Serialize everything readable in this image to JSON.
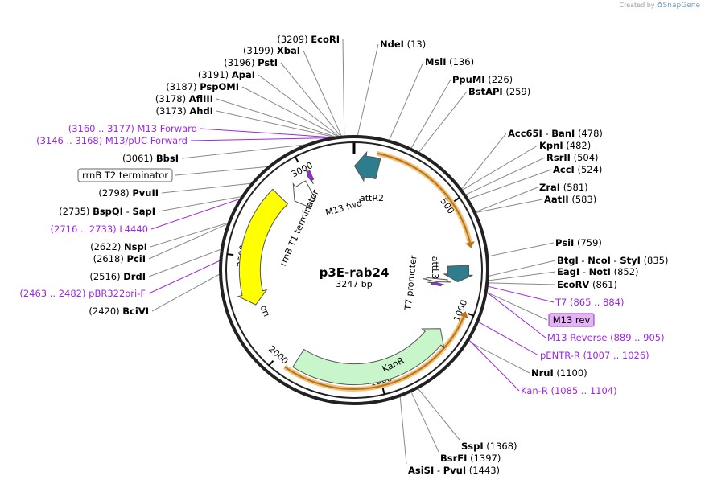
{
  "logo": {
    "created_by": "Created by",
    "brand": "SnapGene"
  },
  "plasmid": {
    "name": "p3E-rab24",
    "size_label": "3247 bp",
    "length": 3247
  },
  "ticks": [
    {
      "label": "500",
      "pos": 500
    },
    {
      "label": "1000",
      "pos": 1000
    },
    {
      "label": "1500",
      "pos": 1500
    },
    {
      "label": "2000",
      "pos": 2000
    },
    {
      "label": "2500",
      "pos": 2500
    },
    {
      "label": "3000",
      "pos": 3000
    }
  ],
  "features": [
    {
      "name": "attR2",
      "start": 2,
      "end": 120,
      "dir": -1,
      "color": "#2e7d8c",
      "kind": "arrow",
      "track": 0.8
    },
    {
      "name": "attL3",
      "start": 790,
      "end": 870,
      "dir": 1,
      "color": "#2e7d8c",
      "kind": "arrow",
      "track": 0.8
    },
    {
      "name": "KanR",
      "start": 1120,
      "end": 1915,
      "dir": -1,
      "color": "#c9f5cb",
      "kind": "arrow",
      "track": 0.8
    },
    {
      "name": "ori",
      "start": 2260,
      "end": 2840,
      "dir": -1,
      "color": "#ffff00",
      "kind": "arrow",
      "track": 0.8
    },
    {
      "name": "rrnB T1 terminator",
      "start": 2880,
      "end": 2990,
      "dir": -1,
      "color": "#ffffff",
      "kind": "arrow",
      "track": 0.7
    },
    {
      "name": "M13 fwd",
      "start": 3010,
      "end": 3030,
      "dir": -1,
      "color": "#9b27e6",
      "kind": "arrow",
      "track": 0.8
    },
    {
      "name": "T7 promoter",
      "start": 865,
      "end": 884,
      "dir": 1,
      "color": "#ffffff",
      "kind": "arrow",
      "track": 0.64
    },
    {
      "name": "M13 rev",
      "start": 889,
      "end": 905,
      "dir": -1,
      "color": "#9b27e6",
      "kind": "arrow",
      "track": 0.64
    }
  ],
  "orange_arcs": [
    {
      "start": 100,
      "end": 690,
      "dir": 1
    },
    {
      "start": 1020,
      "end": 1945,
      "dir": -1
    }
  ],
  "left_labels": [
    {
      "num": "(3209)",
      "name": "EcoRI",
      "pos": 3209,
      "color": "#000000"
    },
    {
      "num": "(3199)",
      "name": "XbaI",
      "pos": 3199,
      "color": "#000000"
    },
    {
      "num": "(3196)",
      "name": "PstI",
      "pos": 3196,
      "color": "#000000"
    },
    {
      "num": "(3191)",
      "name": "ApaI",
      "pos": 3191,
      "color": "#000000"
    },
    {
      "num": "(3187)",
      "name": "PspOMI",
      "pos": 3187,
      "color": "#000000"
    },
    {
      "num": "(3178)",
      "name": "AflIII",
      "pos": 3178,
      "color": "#000000"
    },
    {
      "num": "(3173)",
      "name": "AhdI",
      "pos": 3173,
      "color": "#000000"
    },
    {
      "num": "(3160 .. 3177)",
      "name": "M13 Forward",
      "pos": 3168,
      "color": "#9b27e6"
    },
    {
      "num": "(3146 .. 3168)",
      "name": "M13/pUC Forward",
      "pos": 3157,
      "color": "#9b27e6"
    },
    {
      "num": "(3061)",
      "name": "BbsI",
      "pos": 3061,
      "color": "#000000"
    },
    {
      "num": "",
      "name": "rrnB T2 terminator",
      "pos": 2890,
      "color": "#000000",
      "boxed": true
    },
    {
      "num": "(2798)",
      "name": "PvuII",
      "pos": 2798,
      "color": "#000000"
    },
    {
      "num": "(2735)",
      "name": "BspQI",
      "name2": "SapI",
      "pos": 2735,
      "color": "#000000"
    },
    {
      "num": "(2716 .. 2733)",
      "name": "L4440",
      "pos": 2725,
      "color": "#9b27e6"
    },
    {
      "num": "(2622)",
      "name": "NspI",
      "pos": 2622,
      "color": "#000000"
    },
    {
      "num": "(2618)",
      "name": "PciI",
      "pos": 2618,
      "color": "#000000"
    },
    {
      "num": "(2516)",
      "name": "DrdI",
      "pos": 2516,
      "color": "#000000"
    },
    {
      "num": "(2463 .. 2482)",
      "name": "pBR322ori-F",
      "pos": 2472,
      "color": "#9b27e6"
    },
    {
      "num": "(2420)",
      "name": "BciVI",
      "pos": 2420,
      "color": "#000000"
    }
  ],
  "right_labels": [
    {
      "name": "NdeI",
      "num": "(13)",
      "pos": 13,
      "color": "#000000"
    },
    {
      "name": "MslI",
      "num": "(136)",
      "pos": 136,
      "color": "#000000"
    },
    {
      "name": "PpuMI",
      "num": "(226)",
      "pos": 226,
      "color": "#000000"
    },
    {
      "name": "BstAPI",
      "num": "(259)",
      "pos": 259,
      "color": "#000000"
    },
    {
      "name": "Acc65I",
      "name2": "BanI",
      "num": "(478)",
      "pos": 478,
      "color": "#000000"
    },
    {
      "name": "KpnI",
      "num": "(482)",
      "pos": 482,
      "color": "#000000"
    },
    {
      "name": "RsrII",
      "num": "(504)",
      "pos": 504,
      "color": "#000000"
    },
    {
      "name": "AccI",
      "num": "(524)",
      "pos": 524,
      "color": "#000000"
    },
    {
      "name": "ZraI",
      "num": "(581)",
      "pos": 581,
      "color": "#000000"
    },
    {
      "name": "AatII",
      "num": "(583)",
      "pos": 583,
      "color": "#000000"
    },
    {
      "name": "PsiI",
      "num": "(759)",
      "pos": 759,
      "color": "#000000"
    },
    {
      "name": "BtgI",
      "name2": "NcoI",
      "name3": "StyI",
      "num": "(835)",
      "pos": 835,
      "color": "#000000"
    },
    {
      "name": "EagI",
      "name2": "NotI",
      "num": "(852)",
      "pos": 852,
      "color": "#000000"
    },
    {
      "name": "EcoRV",
      "num": "(861)",
      "pos": 861,
      "color": "#000000"
    },
    {
      "name": "T7",
      "num": "(865 .. 884)",
      "pos": 874,
      "color": "#9b27e6"
    },
    {
      "name": "M13 rev",
      "num": "",
      "pos": 897,
      "color": "#000000",
      "boxed": true,
      "box_color": "#e3b3f5"
    },
    {
      "name": "M13 Reverse",
      "num": "(889 .. 905)",
      "pos": 897,
      "color": "#9b27e6"
    },
    {
      "name": "pENTR-R",
      "num": "(1007 .. 1026)",
      "pos": 1016,
      "color": "#9b27e6"
    },
    {
      "name": "NruI",
      "num": "(1100)",
      "pos": 1100,
      "color": "#000000"
    },
    {
      "name": "Kan-R",
      "num": "(1085 .. 1104)",
      "pos": 1094,
      "color": "#9b27e6"
    },
    {
      "name": "SspI",
      "num": "(1368)",
      "pos": 1368,
      "color": "#000000"
    },
    {
      "name": "BsrFI",
      "num": "(1397)",
      "pos": 1397,
      "color": "#000000"
    },
    {
      "name": "AsiSI",
      "name2": "PvuI",
      "num": "(1443)",
      "pos": 1443,
      "color": "#000000"
    }
  ]
}
